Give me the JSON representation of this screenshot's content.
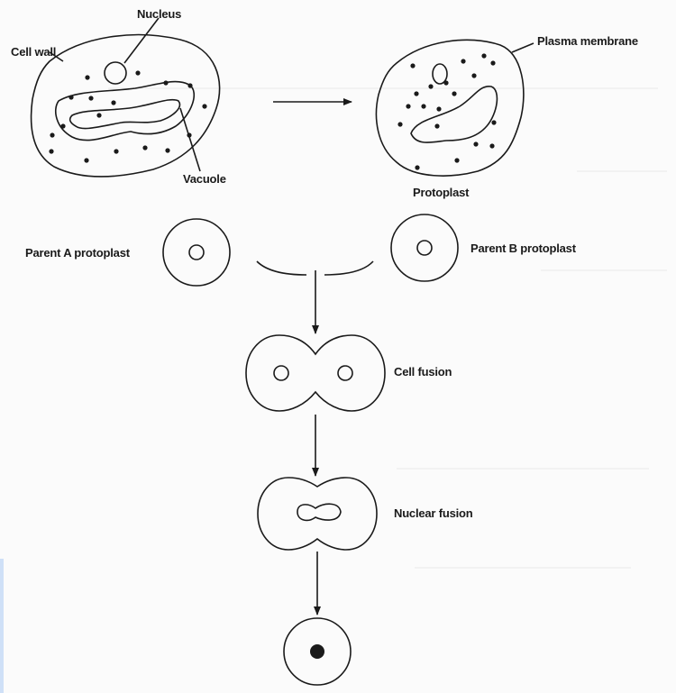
{
  "labels": {
    "nucleus": "Nucleus",
    "cell_wall": "Cell wall",
    "vacuole": "Vacuole",
    "plasma_membrane": "Plasma membrane",
    "protoplast": "Protoplast",
    "parent_a": "Parent A protoplast",
    "parent_b": "Parent B protoplast",
    "cell_fusion": "Cell fusion",
    "nuclear_fusion": "Nuclear fusion"
  },
  "colors": {
    "ink": "#1a1a1a",
    "paper": "#fbfbfb"
  },
  "dots": {
    "plant_cell_count": 17,
    "protoplast_count": 19
  }
}
